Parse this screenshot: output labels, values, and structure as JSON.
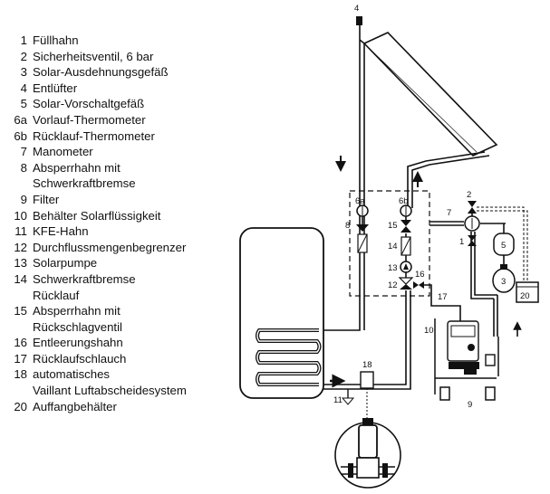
{
  "legend": [
    {
      "num": "1",
      "lines": [
        "Füllhahn"
      ]
    },
    {
      "num": "2",
      "lines": [
        "Sicherheitsventil, 6 bar"
      ]
    },
    {
      "num": "3",
      "lines": [
        "Solar-Ausdehnungsgefäß"
      ]
    },
    {
      "num": "4",
      "lines": [
        "Entlüfter"
      ]
    },
    {
      "num": "5",
      "lines": [
        "Solar-Vorschaltgefäß"
      ]
    },
    {
      "num": "6a",
      "lines": [
        "Vorlauf-Thermometer"
      ]
    },
    {
      "num": "6b",
      "lines": [
        "Rücklauf-Thermometer"
      ]
    },
    {
      "num": "7",
      "lines": [
        "Manometer"
      ]
    },
    {
      "num": "8",
      "lines": [
        "Absperrhahn mit",
        "Schwerkraftbremse"
      ]
    },
    {
      "num": "9",
      "lines": [
        "Filter"
      ]
    },
    {
      "num": "10",
      "lines": [
        "Behälter Solarflüssigkeit"
      ]
    },
    {
      "num": "11",
      "lines": [
        "KFE-Hahn"
      ]
    },
    {
      "num": "12",
      "lines": [
        "Durchflussmengenbegrenzer"
      ]
    },
    {
      "num": "13",
      "lines": [
        "Solarpumpe"
      ]
    },
    {
      "num": "14",
      "lines": [
        "Schwerkraftbremse",
        "Rücklauf"
      ]
    },
    {
      "num": "15",
      "lines": [
        "Absperrhahn mit",
        "Rückschlagventil"
      ]
    },
    {
      "num": "16",
      "lines": [
        "Entleerungshahn"
      ]
    },
    {
      "num": "17",
      "lines": [
        "Rücklaufschlauch"
      ]
    },
    {
      "num": "18",
      "lines": [
        "automatisches",
        "Vaillant Luftabscheidesystem"
      ]
    },
    {
      "num": "20",
      "lines": [
        "Auffangbehälter"
      ]
    }
  ],
  "diagram_labels": {
    "l4": "4",
    "l6a": "6a",
    "l6b": "6b",
    "l8": "8",
    "l15": "15",
    "l14": "14",
    "l13": "13",
    "l12": "12",
    "l16": "16",
    "l17": "17",
    "l2": "2",
    "l7": "7",
    "l1": "1",
    "l5": "5",
    "l3": "3",
    "l20": "20",
    "l10": "10",
    "l9": "9",
    "l18": "18",
    "l11": "11"
  }
}
